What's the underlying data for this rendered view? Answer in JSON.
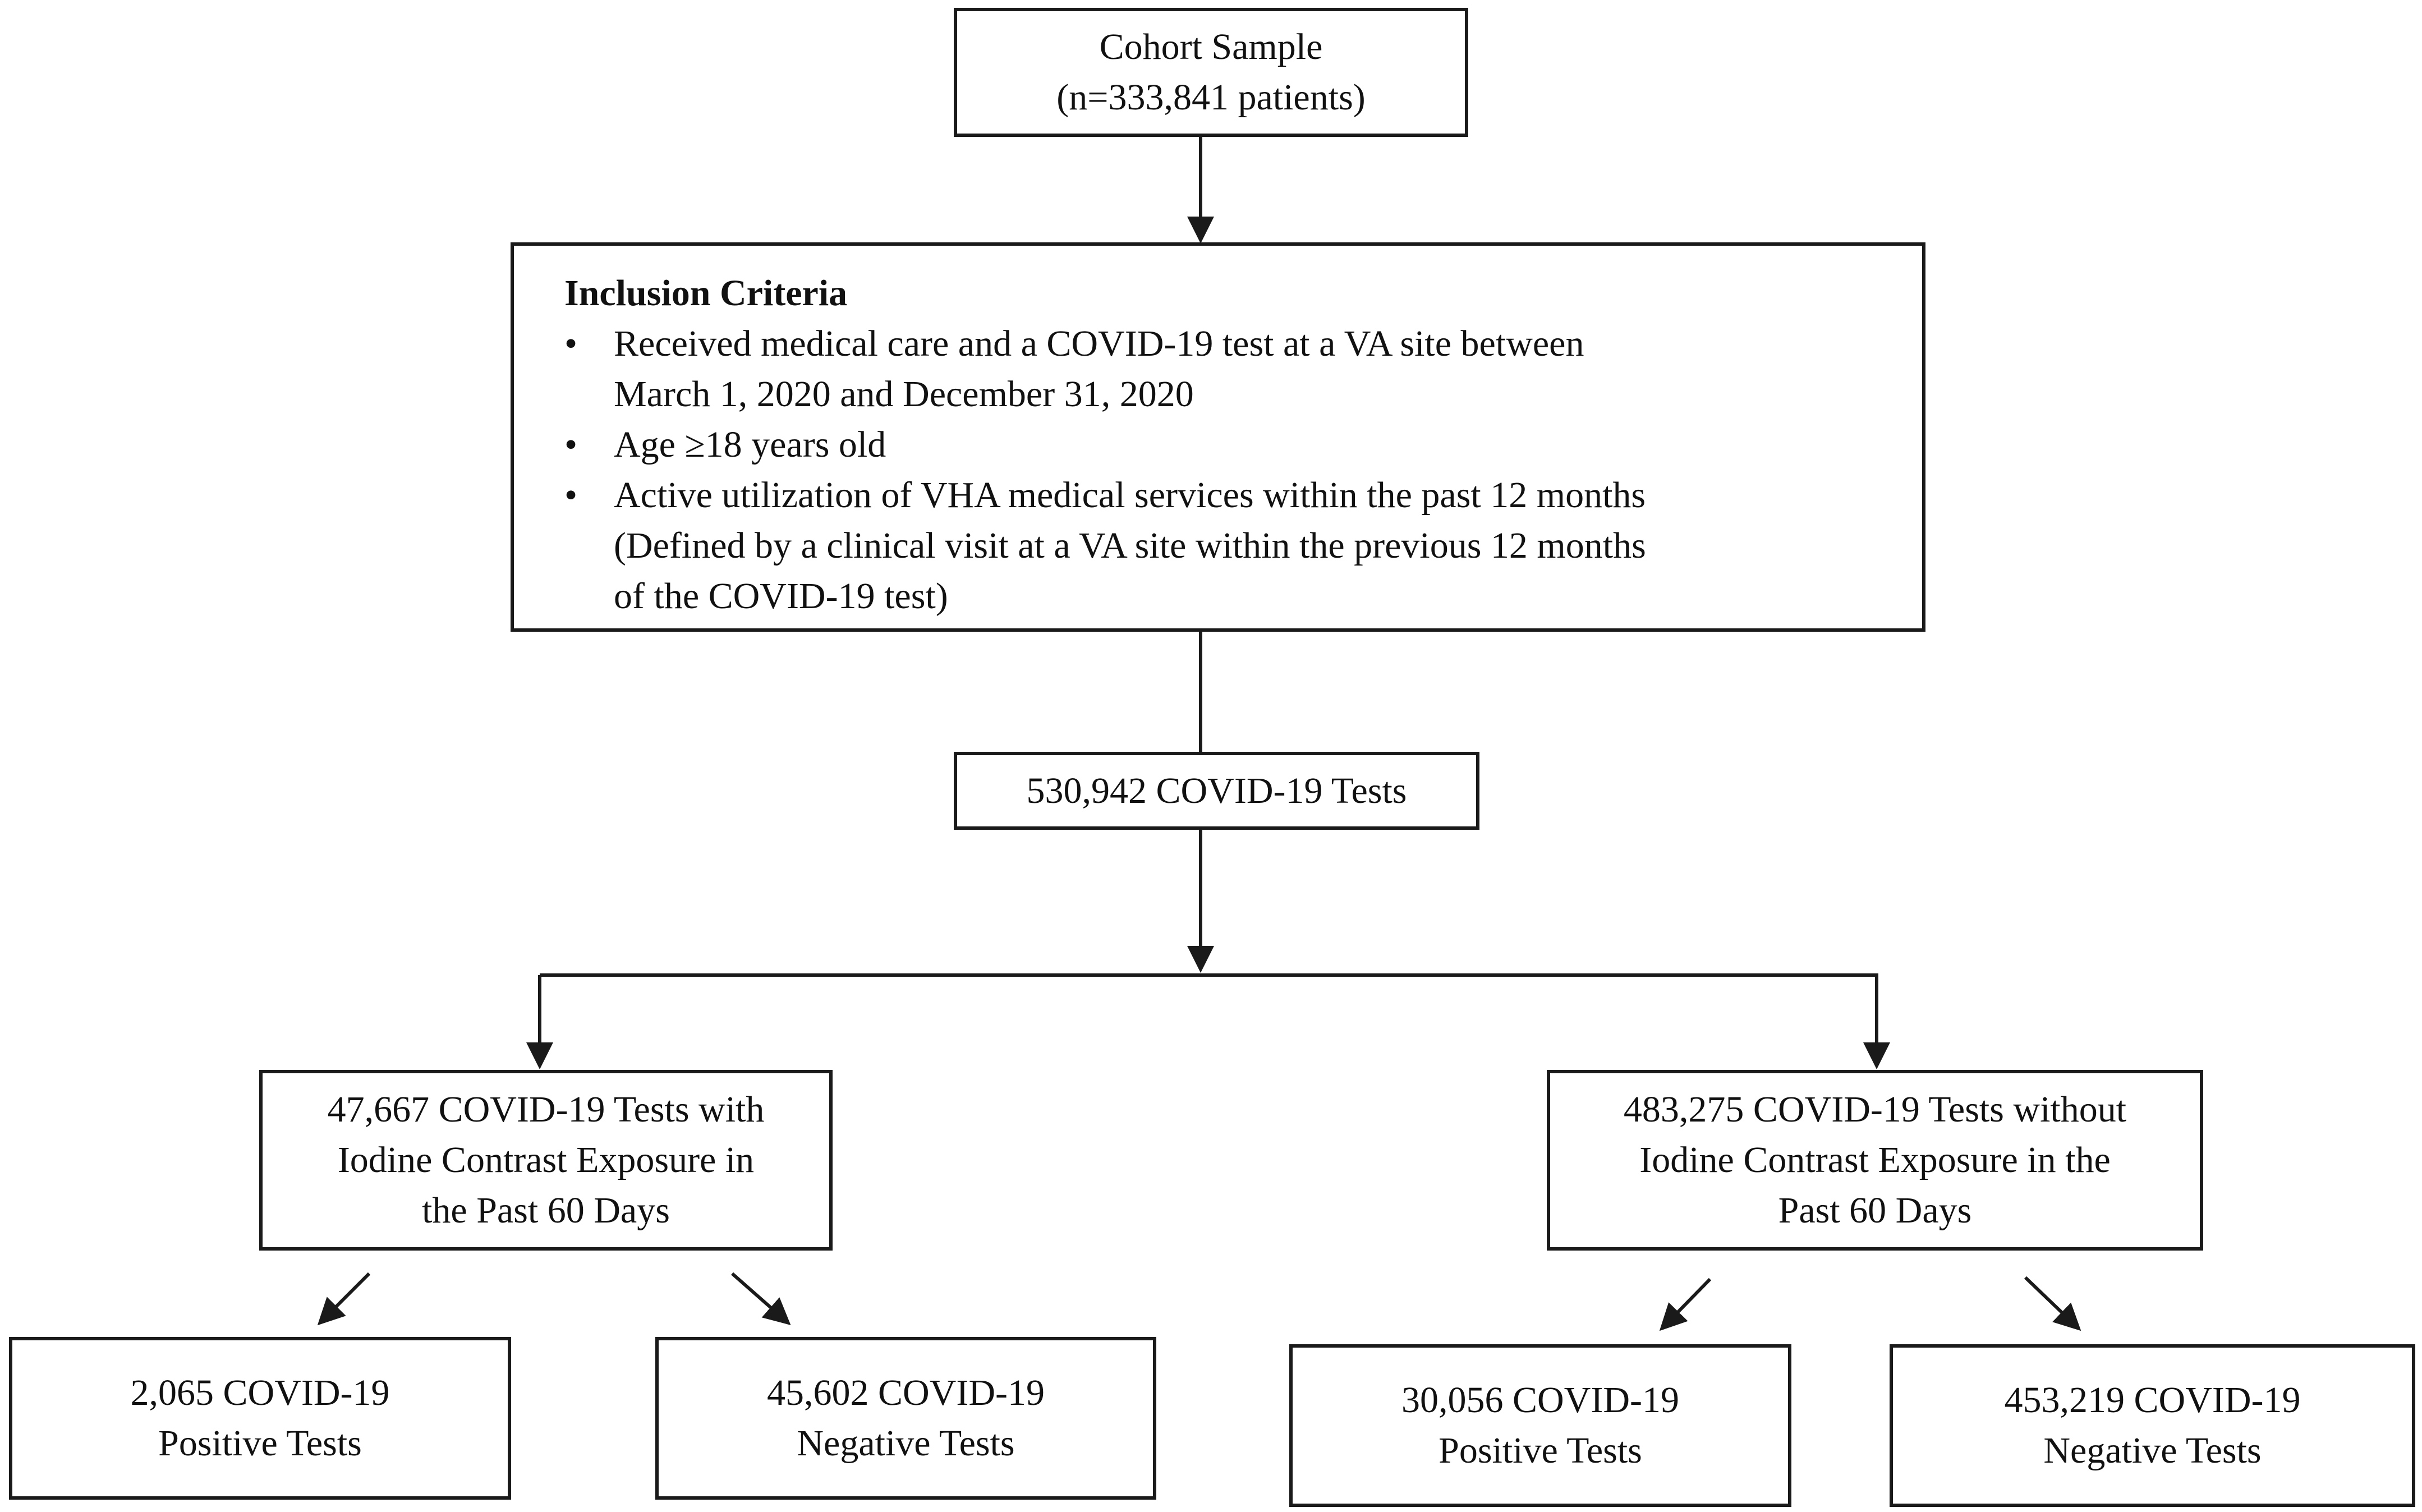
{
  "diagram": {
    "cohort": {
      "line1": "Cohort Sample",
      "line2": "(n=333,841 patients)"
    },
    "inclusion": {
      "title": "Inclusion Criteria",
      "bullet_symbol": "•",
      "criteria": [
        [
          "Received medical care and a COVID-19 test at a VA site between",
          "March 1, 2020 and December 31, 2020"
        ],
        [
          "Age ≥18 years old"
        ],
        [
          "Active utilization of VHA medical services within the past 12 months",
          "(Defined by a clinical visit at a VA site within the previous 12 months",
          "of the COVID-19 test)"
        ]
      ]
    },
    "tests_total": {
      "label": "530,942 COVID-19 Tests"
    },
    "with_contrast": {
      "lines": [
        "47,667 COVID-19 Tests with",
        "Iodine Contrast Exposure in",
        "the Past 60 Days"
      ]
    },
    "without_contrast": {
      "lines": [
        "483,275 COVID-19 Tests without",
        "Iodine Contrast Exposure in the",
        "Past 60 Days"
      ]
    },
    "with_positive": {
      "lines": [
        "2,065 COVID-19",
        "Positive Tests"
      ]
    },
    "with_negative": {
      "lines": [
        "45,602 COVID-19",
        "Negative Tests"
      ]
    },
    "without_positive": {
      "lines": [
        "30,056 COVID-19",
        "Positive Tests"
      ]
    },
    "without_negative": {
      "lines": [
        "453,219 COVID-19",
        "Negative Tests"
      ]
    }
  }
}
